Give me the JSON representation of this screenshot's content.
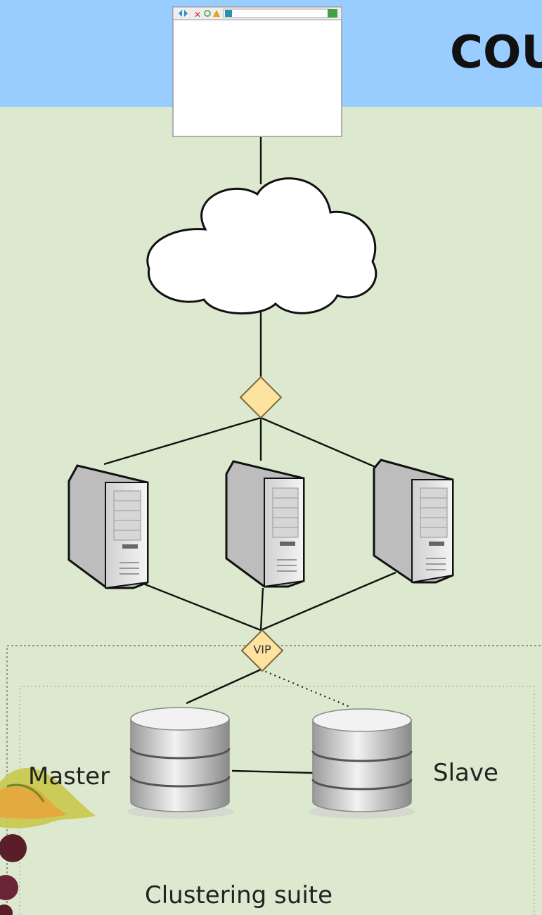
{
  "header": {
    "title": "COU"
  },
  "nodes": {
    "vip_label": "VIP",
    "master_label": "Master",
    "slave_label": "Slave",
    "cluster_label": "Clustering suite"
  },
  "colors": {
    "header_bg": "#99ccff",
    "page_bg": "#dde9cf",
    "diamond_fill": "#fde2a0",
    "server_fill": "#e6e6e6"
  },
  "icons": [
    "browser-window-icon",
    "cloud-icon",
    "load-balancer-icon",
    "server-icon",
    "database-icon",
    "decorative-plant-image"
  ]
}
